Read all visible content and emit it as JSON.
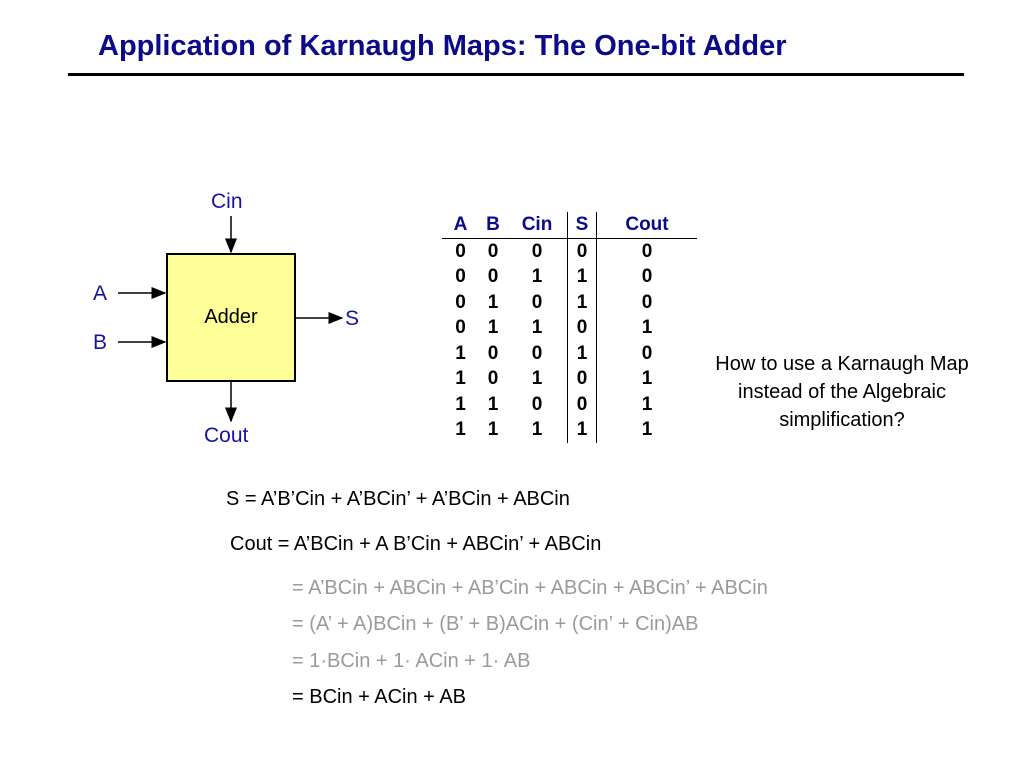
{
  "title": "Application of Karnaugh Maps: The One-bit Adder",
  "diagram": {
    "box_label": "Adder",
    "inputs": {
      "cin": "Cin",
      "a": "A",
      "b": "B"
    },
    "outputs": {
      "s": "S",
      "cout": "Cout"
    }
  },
  "truth_table": {
    "headers": [
      "A",
      "B",
      "Cin",
      "S",
      "Cout"
    ],
    "rows": [
      [
        "0",
        "0",
        "0",
        "0",
        "0"
      ],
      [
        "0",
        "0",
        "1",
        "1",
        "0"
      ],
      [
        "0",
        "1",
        "0",
        "1",
        "0"
      ],
      [
        "0",
        "1",
        "1",
        "0",
        "1"
      ],
      [
        "1",
        "0",
        "0",
        "1",
        "0"
      ],
      [
        "1",
        "0",
        "1",
        "0",
        "1"
      ],
      [
        "1",
        "1",
        "0",
        "0",
        "1"
      ],
      [
        "1",
        "1",
        "1",
        "1",
        "1"
      ]
    ]
  },
  "question": "How to use a Karnaugh Map instead of the Algebraic simplification?",
  "equations": {
    "s": "S = A’B’Cin + A’BCin’ + A’BCin + ABCin",
    "cout": "Cout = A’BCin + A B’Cin + ABCin’ + ABCin",
    "step1": "= A’BCin + ABCin + AB’Cin + ABCin + ABCin’ + ABCin",
    "step2": "= (A’ + A)BCin + (B’ + B)ACin + (Cin’ + Cin)AB",
    "step3": "= 1·BCin + 1· ACin + 1· AB",
    "step4": "= BCin + ACin + AB"
  },
  "colors": {
    "title": "#0a0a8a",
    "label": "#1414a0",
    "box_fill": "#ffff99",
    "gray_text": "#9a9a9a"
  }
}
